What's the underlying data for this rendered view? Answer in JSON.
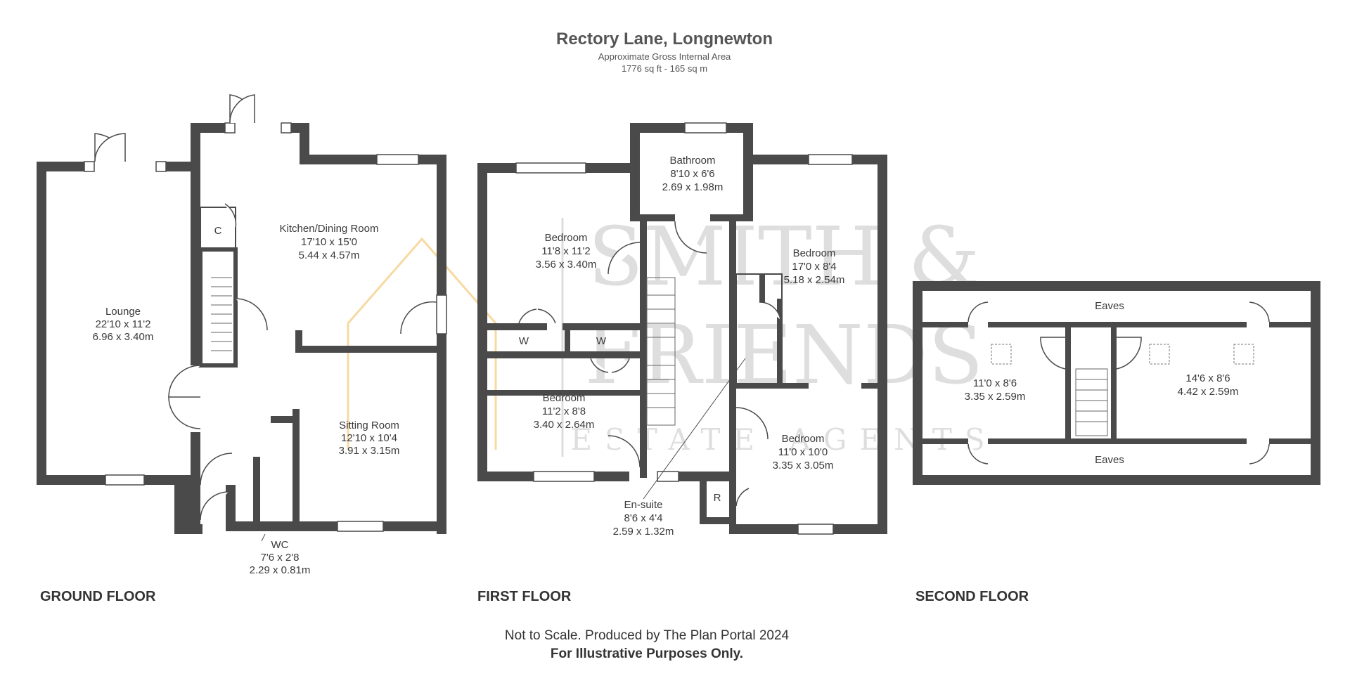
{
  "header": {
    "title": "Rectory Lane, Longnewton",
    "subtitle": "Approximate Gross Internal Area",
    "area": "1776 sq ft - 165 sq m"
  },
  "watermark": {
    "line1": "SMITH &",
    "line2": "FRIENDS",
    "line3": "ESTATE AGENTS"
  },
  "floors": {
    "ground": {
      "label": "GROUND FLOOR",
      "rooms": [
        {
          "name": "Lounge",
          "imperial": "22'10 x 11'2",
          "metric": "6.96 x 3.40m"
        },
        {
          "name": "Kitchen/Dining Room",
          "imperial": "17'10 x 15'0",
          "metric": "5.44 x 4.57m"
        },
        {
          "name": "Sitting Room",
          "imperial": "12'10 x 10'4",
          "metric": "3.91 x 3.15m"
        },
        {
          "name": "WC",
          "imperial": "7'6 x 2'8",
          "metric": "2.29 x 0.81m"
        }
      ],
      "cupboard": "C"
    },
    "first": {
      "label": "FIRST FLOOR",
      "rooms": [
        {
          "name": "Bathroom",
          "imperial": "8'10 x 6'6",
          "metric": "2.69 x 1.98m"
        },
        {
          "name": "Bedroom",
          "imperial": "11'8 x 11'2",
          "metric": "3.56 x 3.40m"
        },
        {
          "name": "Bedroom",
          "imperial": "17'0 x 8'4",
          "metric": "5.18 x 2.54m"
        },
        {
          "name": "Bedroom",
          "imperial": "11'2 x 8'8",
          "metric": "3.40 x 2.64m"
        },
        {
          "name": "Bedroom",
          "imperial": "11'0 x 10'0",
          "metric": "3.35 x 3.05m"
        },
        {
          "name": "En-suite",
          "imperial": "8'6 x 4'4",
          "metric": "2.59 x 1.32m"
        }
      ],
      "wardrobe": "W",
      "store": "R"
    },
    "second": {
      "label": "SECOND FLOOR",
      "eaves": "Eaves",
      "rooms": [
        {
          "name": "",
          "imperial": "11'0 x 8'6",
          "metric": "3.35 x 2.59m"
        },
        {
          "name": "",
          "imperial": "14'6 x 8'6",
          "metric": "4.42 x 2.59m"
        }
      ]
    }
  },
  "footer": {
    "line1": "Not to Scale. Produced by The Plan Portal 2024",
    "line2": "For Illustrative Purposes Only."
  }
}
